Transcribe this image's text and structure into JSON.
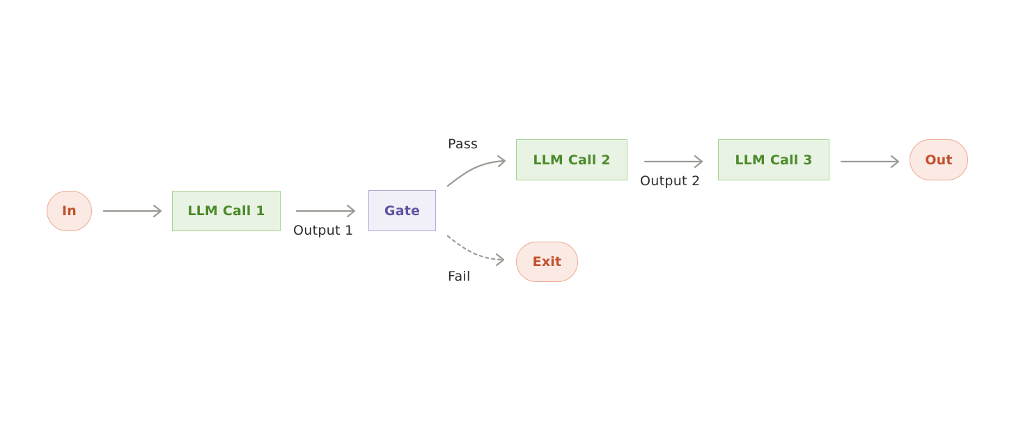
{
  "nodes": {
    "in": "In",
    "llm_call_1": "LLM Call 1",
    "gate": "Gate",
    "llm_call_2": "LLM Call 2",
    "llm_call_3": "LLM Call 3",
    "out": "Out",
    "exit": "Exit"
  },
  "edge_labels": {
    "output_1": "Output 1",
    "pass": "Pass",
    "fail": "Fail",
    "output_2": "Output 2"
  },
  "colors": {
    "io_fill": "#faeae3",
    "io_stroke": "#eeaa92",
    "io_text": "#c2502f",
    "llm_fill": "#e9f3e4",
    "llm_stroke": "#a5d494",
    "llm_text": "#4b8a2b",
    "gate_fill": "#f1f0f8",
    "gate_stroke": "#aea8d8",
    "gate_text": "#5f54a2",
    "arrow": "#9a9a94"
  }
}
